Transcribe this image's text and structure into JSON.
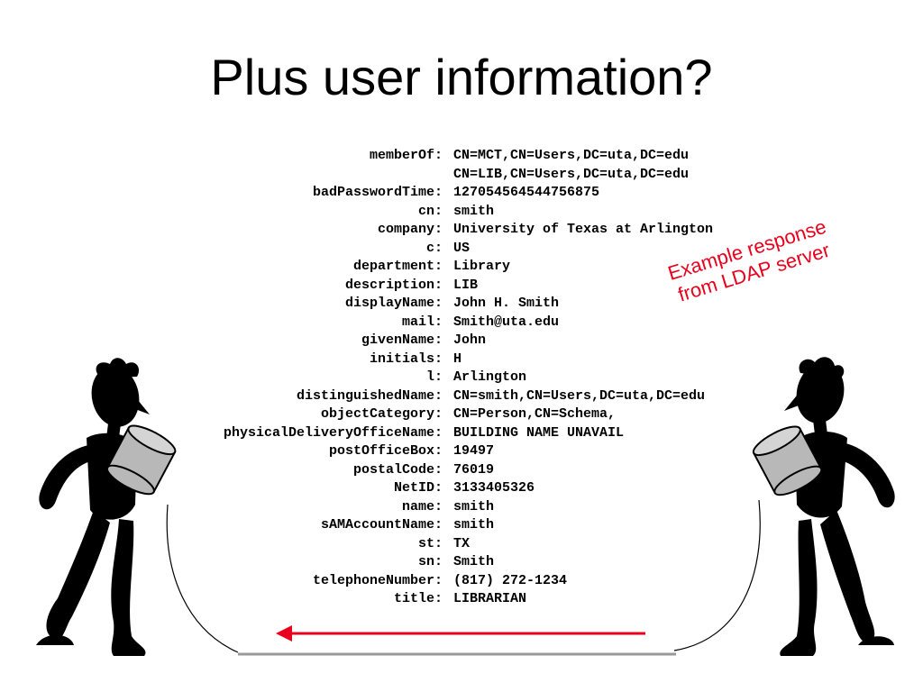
{
  "slide": {
    "title": "Plus user information?",
    "callout_line1": "Example response",
    "callout_line2": "from LDAP server"
  },
  "ldap_entry": [
    {
      "key": "memberOf:",
      "value": "CN=MCT,CN=Users,DC=uta,DC=edu"
    },
    {
      "key": "",
      "value": "CN=LIB,CN=Users,DC=uta,DC=edu"
    },
    {
      "key": "badPasswordTime:",
      "value": "127054564544756875"
    },
    {
      "key": "cn:",
      "value": "smith"
    },
    {
      "key": "company:",
      "value": "University of Texas at Arlington"
    },
    {
      "key": "c:",
      "value": "US"
    },
    {
      "key": "department:",
      "value": "Library"
    },
    {
      "key": "description:",
      "value": "LIB"
    },
    {
      "key": "displayName:",
      "value": "John H. Smith"
    },
    {
      "key": "mail:",
      "value": "Smith@uta.edu"
    },
    {
      "key": "givenName:",
      "value": "John"
    },
    {
      "key": "initials:",
      "value": "H"
    },
    {
      "key": "l:",
      "value": "Arlington"
    },
    {
      "key": "distinguishedName:",
      "value": "CN=smith,CN=Users,DC=uta,DC=edu"
    },
    {
      "key": "objectCategory:",
      "value": "CN=Person,CN=Schema,"
    },
    {
      "key": "physicalDeliveryOfficeName:",
      "value": "BUILDING NAME UNAVAIL"
    },
    {
      "key": "postOfficeBox:",
      "value": "19497"
    },
    {
      "key": "postalCode:",
      "value": "76019"
    },
    {
      "key": "NetID:",
      "value": "3133405326"
    },
    {
      "key": "name:",
      "value": "smith"
    },
    {
      "key": "sAMAccountName:",
      "value": "smith"
    },
    {
      "key": "st:",
      "value": "TX"
    },
    {
      "key": "sn:",
      "value": "Smith"
    },
    {
      "key": "telephoneNumber:",
      "value": "(817) 272-1234"
    },
    {
      "key": "title:",
      "value": "LIBRARIAN"
    }
  ],
  "colors": {
    "callout": "#e8001c",
    "arrow": "#e8001c",
    "figure": "#000000",
    "can": "#b8b8b8"
  },
  "icons": {
    "left_figure": "person-with-tin-can-icon",
    "right_figure": "person-with-tin-can-icon",
    "arrow": "arrow-left-icon"
  }
}
